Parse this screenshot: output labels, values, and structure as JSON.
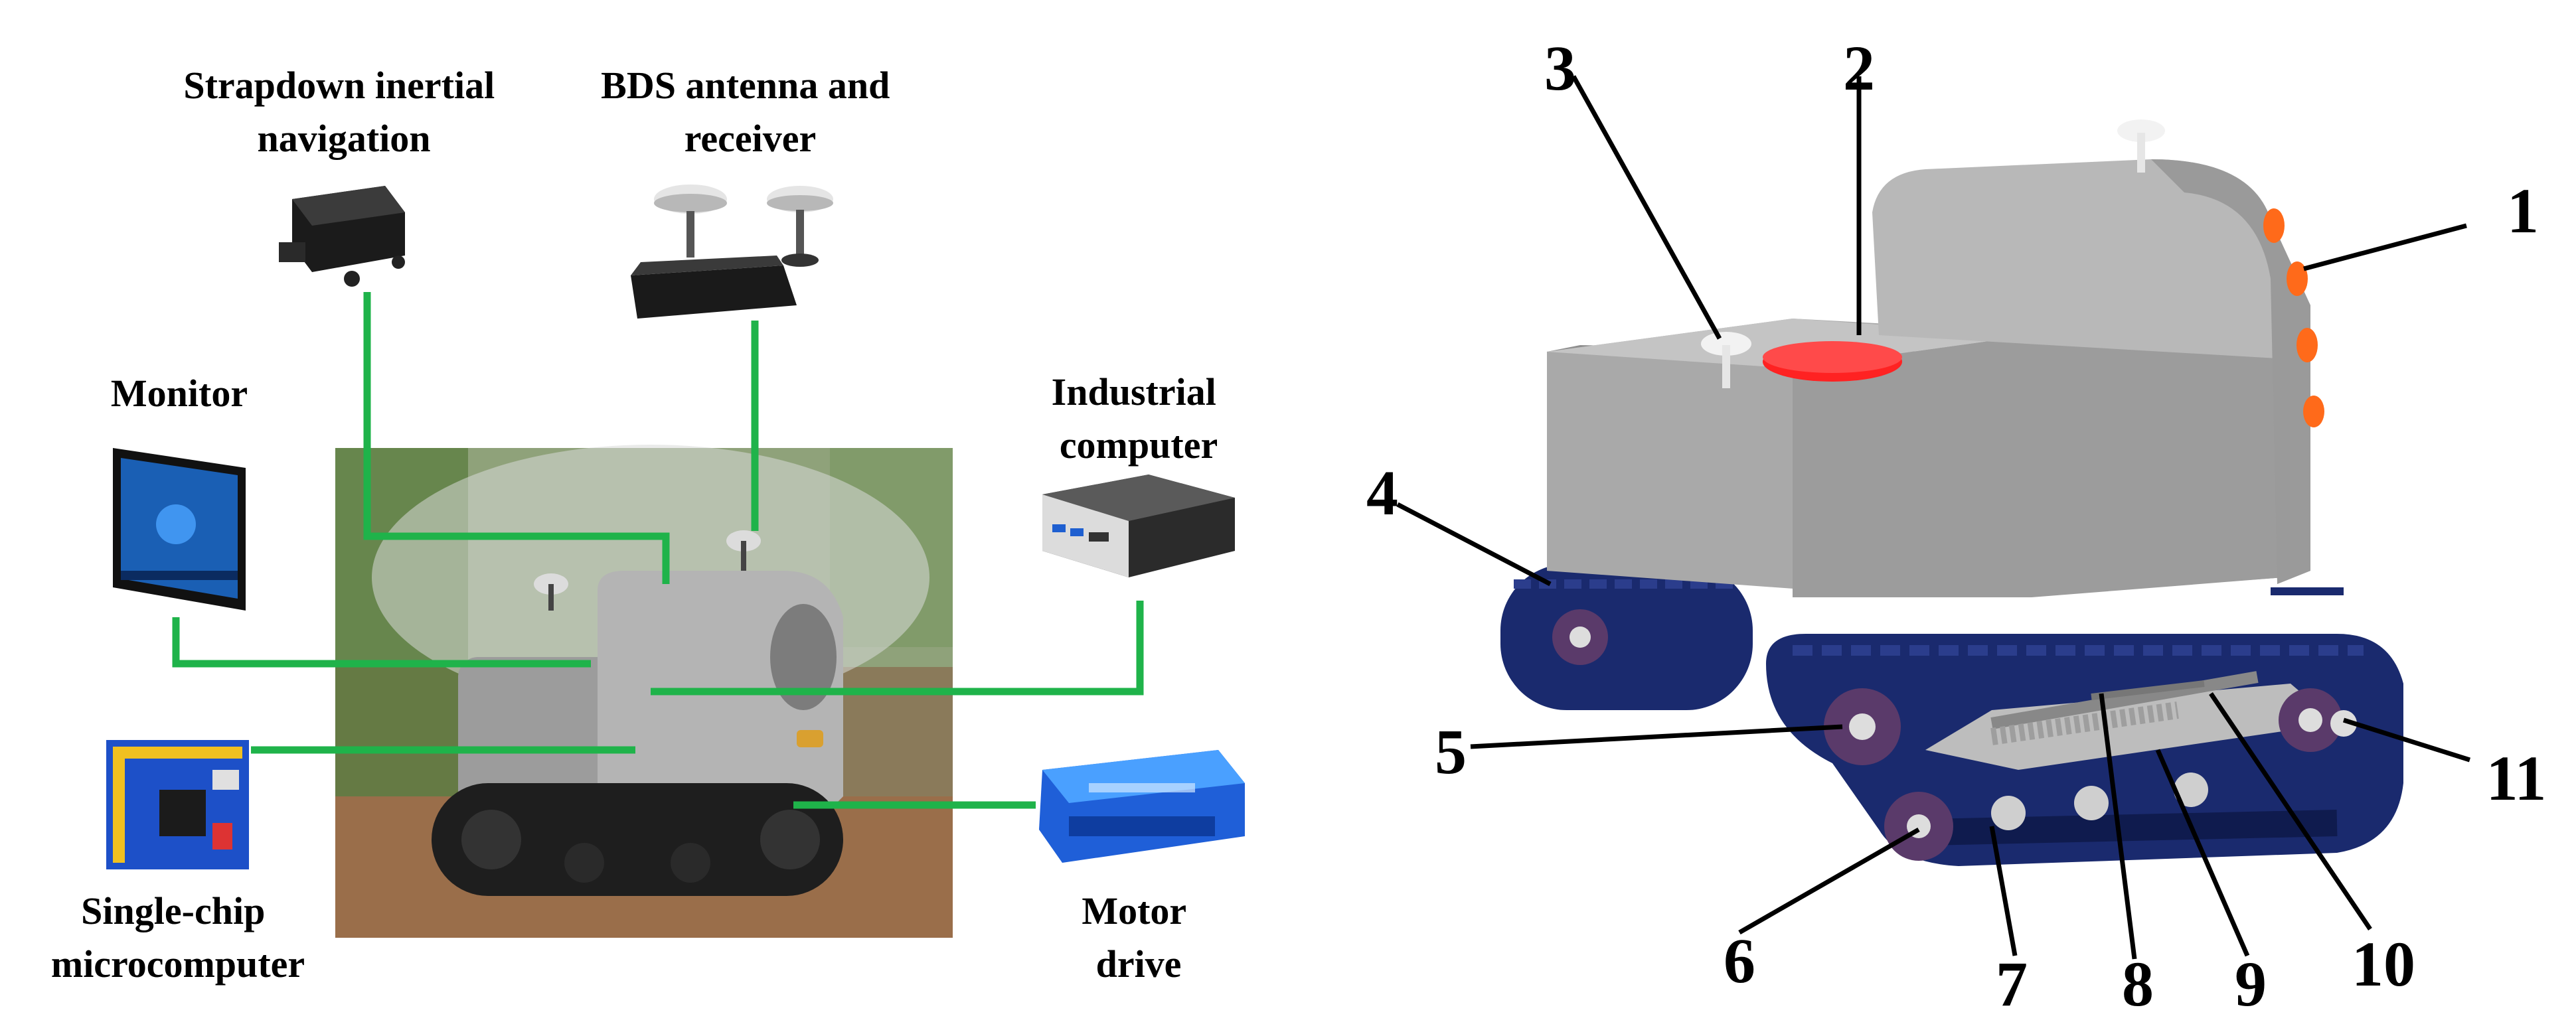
{
  "left_panel": {
    "labels": {
      "strapdown": [
        "Strapdown inertial",
        "navigation"
      ],
      "bds": [
        "BDS antenna and",
        "receiver"
      ],
      "monitor": "Monitor",
      "industrial": [
        "Industrial",
        "computer"
      ],
      "single_chip": [
        "Single-chip",
        "microcomputer"
      ],
      "motor_drive": [
        "Motor",
        "drive"
      ]
    }
  },
  "right_panel": {
    "callouts": [
      "1",
      "2",
      "3",
      "4",
      "5",
      "6",
      "7",
      "8",
      "9",
      "10",
      "11"
    ]
  },
  "colors": {
    "connector": "#1fb34a",
    "body_gray": "#a6a6a6",
    "track_blue": "#1a2a6e",
    "lidar_red": "#ff2222",
    "indicator_orange": "#ff6a1a"
  }
}
